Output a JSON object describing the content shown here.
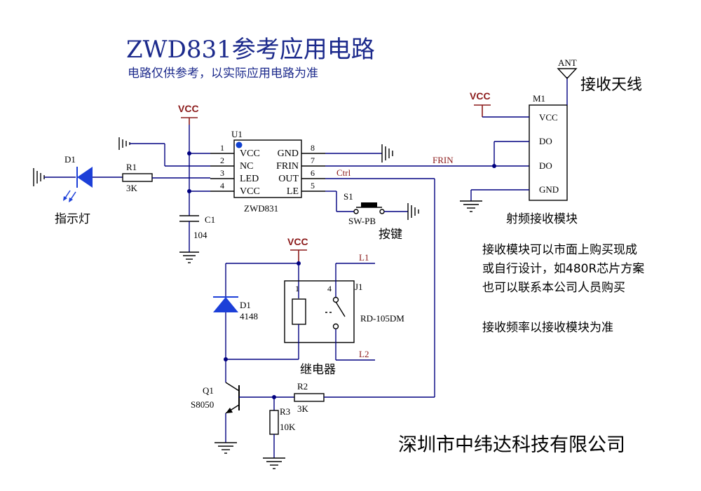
{
  "header": {
    "title": "ZWD831参考应用电路",
    "subtitle": "电路仅供参考，以实际应用电路为准"
  },
  "power": {
    "vcc": "VCC"
  },
  "chip": {
    "ref": "U1",
    "name": "ZWD831",
    "left_pins": [
      {
        "num": "1",
        "name": "VCC"
      },
      {
        "num": "2",
        "name": "NC"
      },
      {
        "num": "3",
        "name": "LED"
      },
      {
        "num": "4",
        "name": "VCC"
      }
    ],
    "right_pins": [
      {
        "num": "8",
        "name": "GND"
      },
      {
        "num": "7",
        "name": "FRIN"
      },
      {
        "num": "6",
        "name": "OUT"
      },
      {
        "num": "5",
        "name": "LE"
      }
    ]
  },
  "led": {
    "ref": "D1",
    "label": "指示灯"
  },
  "r1": {
    "ref": "R1",
    "value": "3K"
  },
  "c1": {
    "ref": "C1",
    "value": "104"
  },
  "switch": {
    "ref": "S1",
    "type": "SW-PB",
    "label": "按键"
  },
  "nets": {
    "ctrl": "Ctrl",
    "frin": "FRIN"
  },
  "module": {
    "ref": "M1",
    "pins": [
      "VCC",
      "DO",
      "DO",
      "GND"
    ],
    "label": "射频接收模块"
  },
  "antenna": {
    "ref": "ANT",
    "label": "接收天线"
  },
  "notes": {
    "line1": "接收模块可以市面上购买现成",
    "line2": "或自行设计，如480R芯片方案",
    "line3": "也可以联系本公司人员购买",
    "line4": "接收频率以接收模块为准"
  },
  "relay": {
    "ref": "J1",
    "model": "RD-105DM",
    "label": "继电器",
    "pin_left": "1",
    "pin_right": "4",
    "l1": "L1",
    "l2": "L2"
  },
  "d2": {
    "ref": "D1",
    "value": "4148"
  },
  "q1": {
    "ref": "Q1",
    "value": "S8050"
  },
  "r2": {
    "ref": "R2",
    "value": "3K"
  },
  "r3": {
    "ref": "R3",
    "value": "10K"
  },
  "company": {
    "name": "深圳市中纬达科技有限公司"
  }
}
